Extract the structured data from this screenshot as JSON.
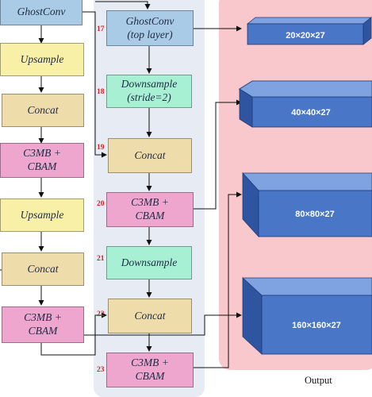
{
  "left_column": {
    "blocks": [
      {
        "label": "GhostConv",
        "color": "blue"
      },
      {
        "label": "Upsample",
        "color": "yellow"
      },
      {
        "label": "Concat",
        "color": "tan"
      },
      {
        "label": "C3MB +\nCBAM",
        "color": "pink"
      },
      {
        "label": "Upsample",
        "color": "yellow"
      },
      {
        "label": "Concat",
        "color": "tan"
      },
      {
        "label": "C3MB +\nCBAM",
        "color": "pink"
      }
    ]
  },
  "right_column": {
    "blocks": [
      {
        "number": "17",
        "label": "GhostConv\n(top layer)",
        "color": "blue"
      },
      {
        "number": "18",
        "label": "Downsample\n(stride=2)",
        "color": "mint"
      },
      {
        "number": "19",
        "label": "Concat",
        "color": "tan"
      },
      {
        "number": "20",
        "label": "C3MB +\nCBAM",
        "color": "pink"
      },
      {
        "number": "21",
        "label": "Downsample",
        "color": "mint"
      },
      {
        "number": "22",
        "label": "Concat",
        "color": "tan"
      },
      {
        "number": "23",
        "label": "C3MB +\nCBAM",
        "color": "pink"
      }
    ]
  },
  "outputs": {
    "title": "Output",
    "tensors": [
      "20×20×27",
      "40×40×27",
      "80×80×27",
      "160×160×27"
    ]
  },
  "colors": {
    "blue_block": "#a9cbe6",
    "yellow_block": "#f7f0a6",
    "tan_block": "#efdcab",
    "pink_block": "#eea6cf",
    "mint_block": "#a8f0d4",
    "middle_panel": "#e6ebf4",
    "output_panel": "#f8c8cc",
    "cube_front": "#4a76c8",
    "number_text": "#d42020"
  }
}
